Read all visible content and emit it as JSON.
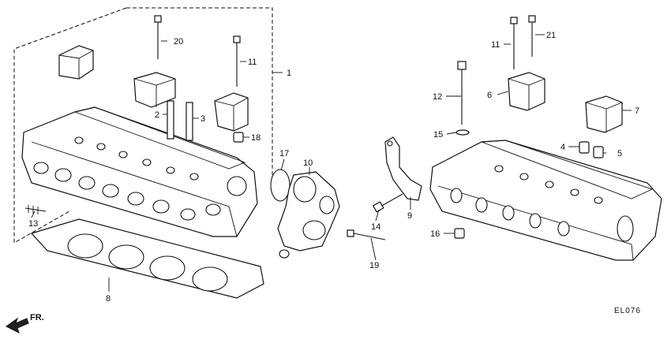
{
  "diagram": {
    "code": "EL076",
    "direction_label": "FR.",
    "callouts": [
      "1",
      "2",
      "3",
      "4",
      "5",
      "6",
      "7",
      "8",
      "9",
      "10",
      "11",
      "11",
      "12",
      "13",
      "14",
      "15",
      "16",
      "17",
      "18",
      "19",
      "20",
      "21"
    ]
  }
}
